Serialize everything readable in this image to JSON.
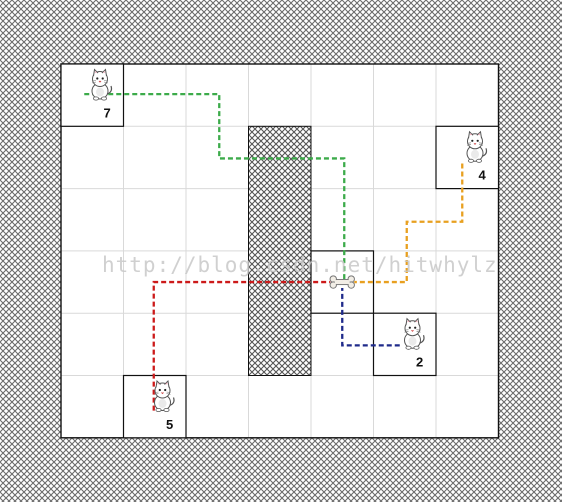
{
  "grid": {
    "cols": 7,
    "rows": 6
  },
  "colors": {
    "background_hatch": "#6a6a6a",
    "board": "#ffffff",
    "gridline": "#d9d9d9",
    "wall_hatch": "#555555",
    "cell_border": "#111111"
  },
  "watermark": "http://blog.csdn.net/hitwhylz",
  "wall": {
    "col": 3,
    "row_start": 1,
    "row_end": 5
  },
  "target": {
    "label": "bone-icon",
    "col": 4,
    "row": 3
  },
  "cats": [
    {
      "id": "7",
      "label": "7",
      "col": 0,
      "row": 0,
      "path_color": "#3cab4a"
    },
    {
      "id": "4",
      "label": "4",
      "col": 6,
      "row": 1,
      "path_color": "#e8a020"
    },
    {
      "id": "2",
      "label": "2",
      "col": 5,
      "row": 4,
      "path_color": "#1f2a8a"
    },
    {
      "id": "5",
      "label": "5",
      "col": 1,
      "row": 5,
      "path_color": "#cc1a1a"
    }
  ]
}
